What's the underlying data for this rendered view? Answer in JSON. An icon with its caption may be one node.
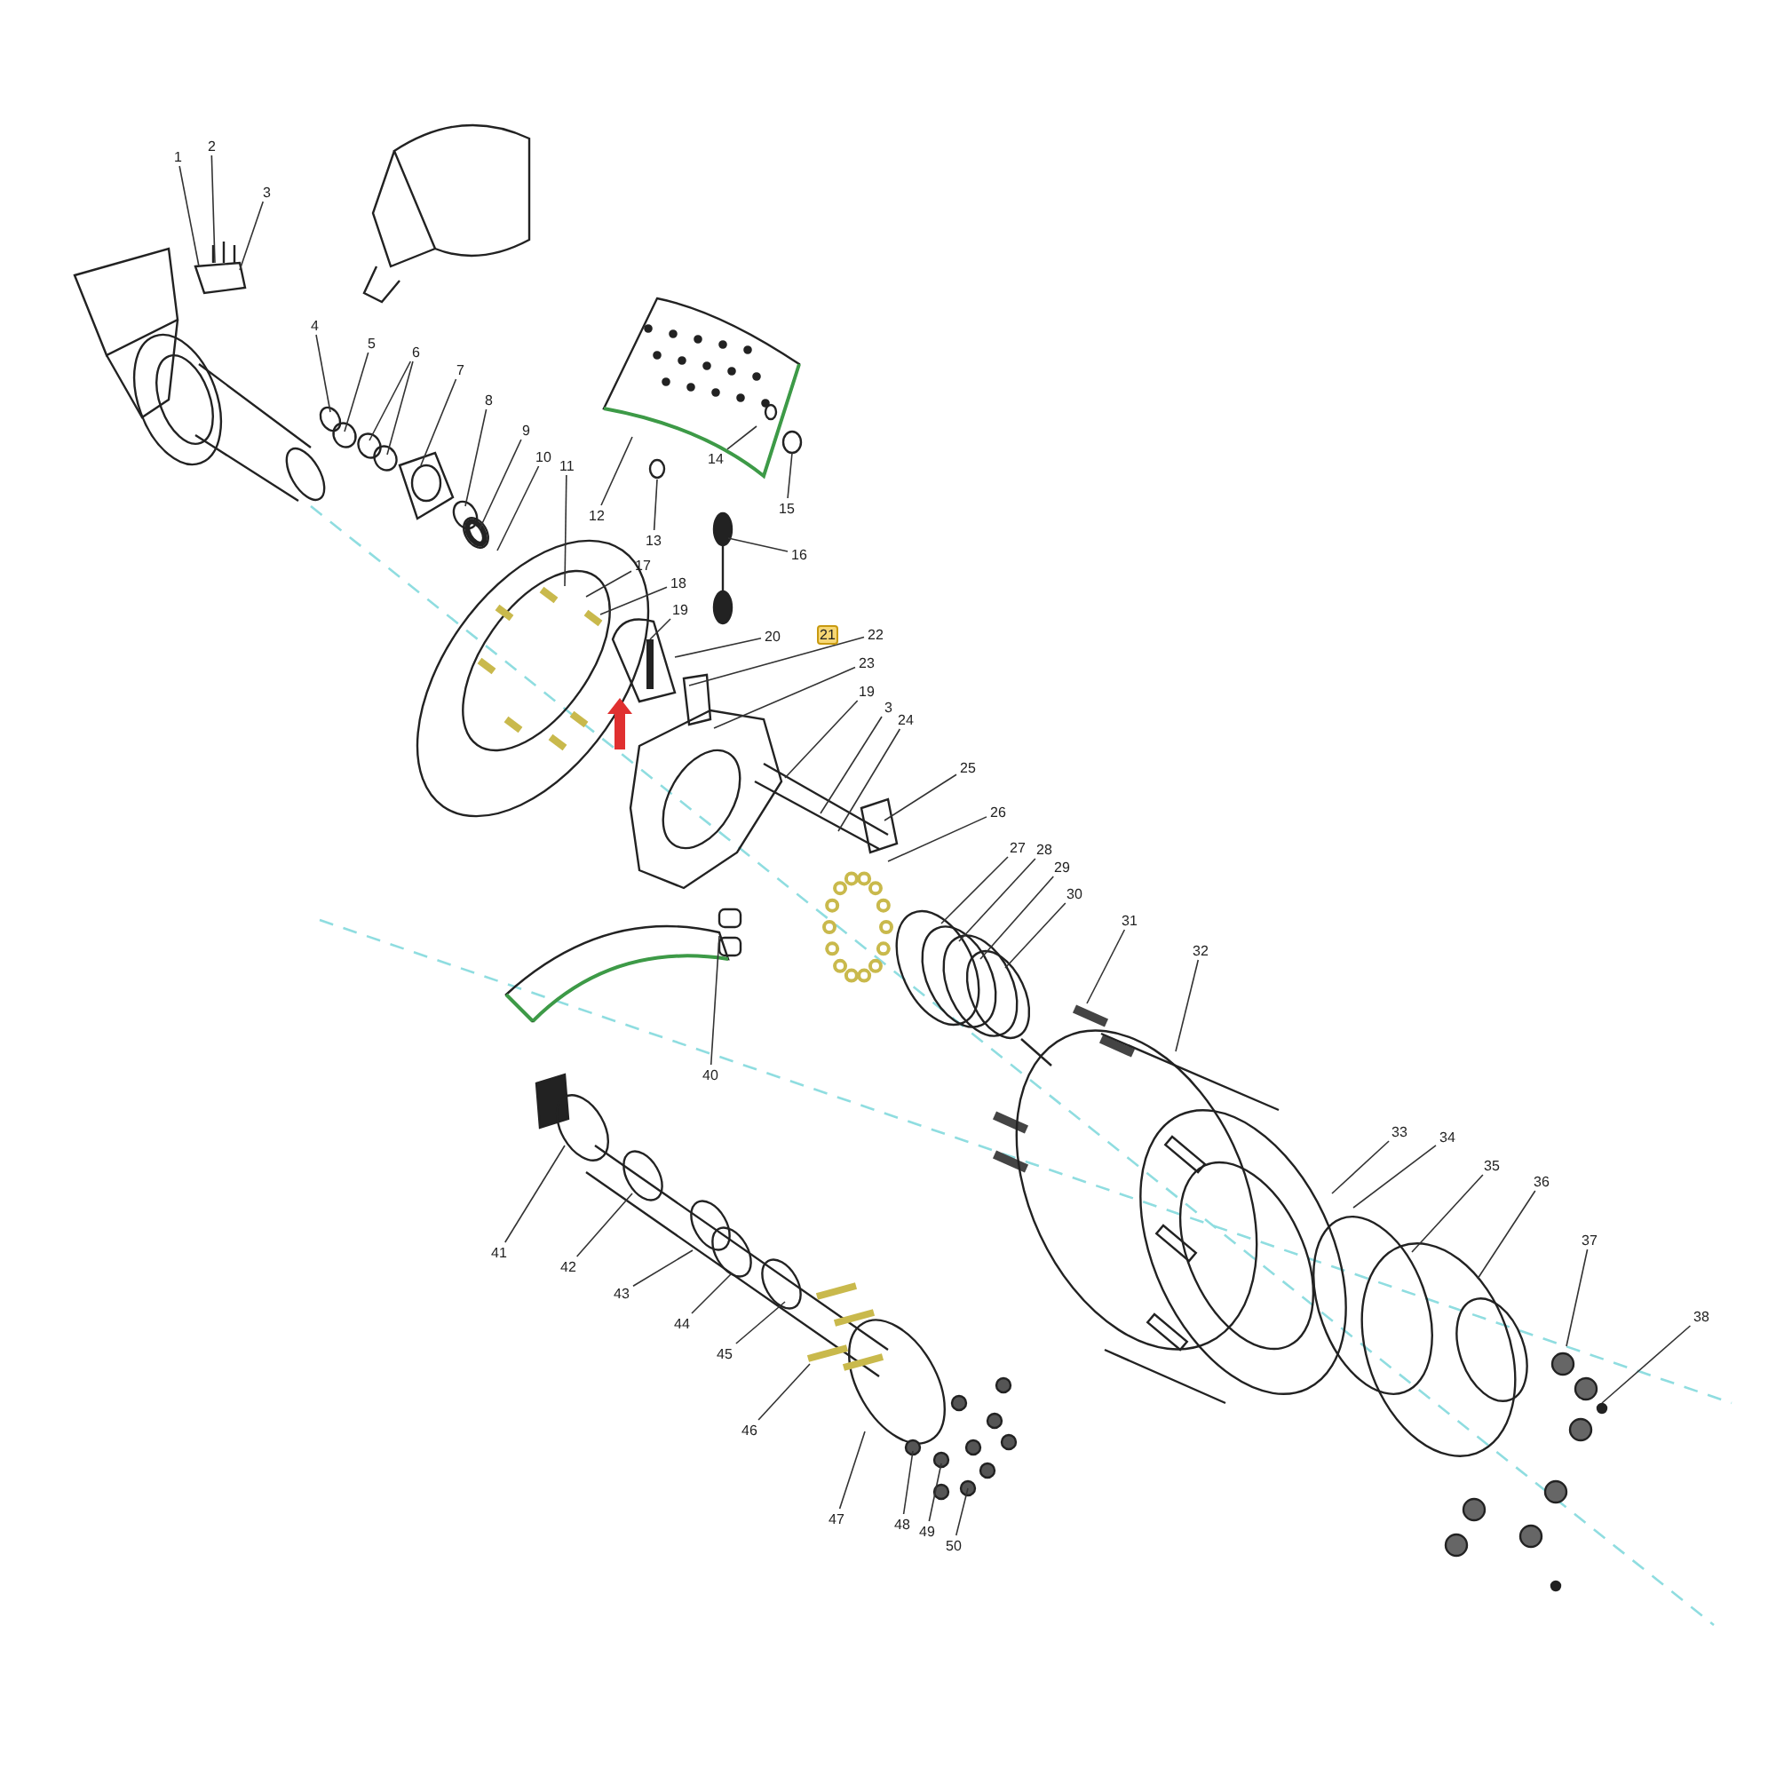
{
  "diagram": {
    "nodes": [
      {
        "text": [
          "1"
        ]
      },
      {
        "text": [
          "2"
        ]
      },
      {
        "text": [
          "3"
        ]
      },
      {
        "text": [
          "4"
        ]
      },
      {
        "text": [
          "5"
        ]
      },
      {
        "text": [
          "6"
        ]
      },
      {
        "text": [
          "7"
        ]
      },
      {
        "text": [
          "8"
        ]
      },
      {
        "text": [
          "9"
        ]
      },
      {
        "text": [
          "10"
        ]
      },
      {
        "text": [
          "11"
        ]
      },
      {
        "text": [
          "12"
        ]
      },
      {
        "text": [
          "13"
        ]
      },
      {
        "text": [
          "14"
        ]
      },
      {
        "text": [
          "15"
        ]
      },
      {
        "text": [
          "16"
        ]
      },
      {
        "text": [
          "17"
        ]
      },
      {
        "text": [
          "18"
        ]
      },
      {
        "text": [
          "19"
        ]
      },
      {
        "text": [
          "20"
        ]
      },
      {
        "text": [
          "21"
        ]
      },
      {
        "text": [
          "22"
        ]
      },
      {
        "text": [
          "23"
        ]
      },
      {
        "text": [
          "19"
        ]
      },
      {
        "text": [
          "3"
        ]
      },
      {
        "text": [
          "24"
        ]
      },
      {
        "text": [
          "25"
        ]
      },
      {
        "text": [
          "26"
        ]
      },
      {
        "text": [
          "27"
        ]
      },
      {
        "text": [
          "28"
        ]
      },
      {
        "text": [
          "29"
        ]
      },
      {
        "text": [
          "30"
        ]
      },
      {
        "text": [
          "31"
        ]
      },
      {
        "text": [
          "32"
        ]
      },
      {
        "text": [
          "33"
        ]
      },
      {
        "text": [
          "34"
        ]
      },
      {
        "text": [
          "35"
        ]
      },
      {
        "text": [
          "36"
        ]
      },
      {
        "text": [
          "37"
        ]
      },
      {
        "text": [
          "38"
        ]
      },
      {
        "text": [
          "40"
        ]
      },
      {
        "text": [
          "41"
        ]
      },
      {
        "text": [
          "42"
        ]
      },
      {
        "text": [
          "43"
        ]
      },
      {
        "text": [
          "44"
        ]
      },
      {
        "text": [
          "45"
        ]
      },
      {
        "text": [
          "46"
        ]
      },
      {
        "text": [
          "47"
        ]
      },
      {
        "text": [
          "48"
        ]
      },
      {
        "text": [
          "49"
        ]
      },
      {
        "text": [
          "50"
        ]
      }
    ],
    "edges": [
      {
        "from": 0,
        "to": null,
        "arrow": "none"
      },
      {
        "from": 1,
        "to": null,
        "arrow": "none"
      },
      {
        "from": 2,
        "to": null,
        "arrow": "none"
      },
      {
        "from": 3,
        "to": null,
        "arrow": "none"
      },
      {
        "from": 4,
        "to": null,
        "arrow": "none"
      },
      {
        "from": 5,
        "to": null,
        "arrow": "none"
      },
      {
        "from": 5,
        "to": null,
        "arrow": "none"
      },
      {
        "from": 6,
        "to": null,
        "arrow": "none"
      },
      {
        "from": 7,
        "to": null,
        "arrow": "none"
      },
      {
        "from": 8,
        "to": null,
        "arrow": "none"
      },
      {
        "from": 9,
        "to": null,
        "arrow": "none"
      },
      {
        "from": 10,
        "to": null,
        "arrow": "none"
      },
      {
        "from": 11,
        "to": null,
        "arrow": "none"
      },
      {
        "from": 12,
        "to": null,
        "arrow": "none"
      },
      {
        "from": 13,
        "to": null,
        "arrow": "none"
      },
      {
        "from": 14,
        "to": null,
        "arrow": "none"
      },
      {
        "from": 15,
        "to": null,
        "arrow": "none"
      },
      {
        "from": 16,
        "to": null,
        "arrow": "none"
      },
      {
        "from": 17,
        "to": null,
        "arrow": "none"
      },
      {
        "from": 18,
        "to": null,
        "arrow": "none"
      },
      {
        "from": 19,
        "to": null,
        "arrow": "none"
      },
      {
        "from": 21,
        "to": null,
        "arrow": "none"
      },
      {
        "from": 22,
        "to": null,
        "arrow": "none"
      },
      {
        "from": 23,
        "to": null,
        "arrow": "none"
      },
      {
        "from": 24,
        "to": null,
        "arrow": "none"
      },
      {
        "from": 25,
        "to": null,
        "arrow": "none"
      },
      {
        "from": 26,
        "to": null,
        "arrow": "none"
      },
      {
        "from": 27,
        "to": null,
        "arrow": "none"
      },
      {
        "from": 28,
        "to": null,
        "arrow": "none"
      },
      {
        "from": 29,
        "to": null,
        "arrow": "none"
      },
      {
        "from": 30,
        "to": null,
        "arrow": "none"
      },
      {
        "from": 31,
        "to": null,
        "arrow": "none"
      },
      {
        "from": 32,
        "to": null,
        "arrow": "none"
      },
      {
        "from": 33,
        "to": null,
        "arrow": "none"
      },
      {
        "from": 34,
        "to": null,
        "arrow": "none"
      },
      {
        "from": 35,
        "to": null,
        "arrow": "none"
      },
      {
        "from": 36,
        "to": null,
        "arrow": "none"
      },
      {
        "from": 37,
        "to": null,
        "arrow": "none"
      },
      {
        "from": 38,
        "to": null,
        "arrow": "none"
      },
      {
        "from": 39,
        "to": null,
        "arrow": "none"
      },
      {
        "from": 40,
        "to": null,
        "arrow": "none"
      },
      {
        "from": 41,
        "to": null,
        "arrow": "none"
      },
      {
        "from": 42,
        "to": null,
        "arrow": "none"
      },
      {
        "from": 43,
        "to": null,
        "arrow": "none"
      },
      {
        "from": 44,
        "to": null,
        "arrow": "none"
      },
      {
        "from": 45,
        "to": null,
        "arrow": "none"
      },
      {
        "from": 46,
        "to": null,
        "arrow": "none"
      },
      {
        "from": 47,
        "to": null,
        "arrow": "none"
      },
      {
        "from": 48,
        "to": null,
        "arrow": "none"
      },
      {
        "from": 49,
        "to": null,
        "arrow": "none"
      },
      {
        "from": 50,
        "to": null,
        "arrow": "none"
      }
    ]
  }
}
